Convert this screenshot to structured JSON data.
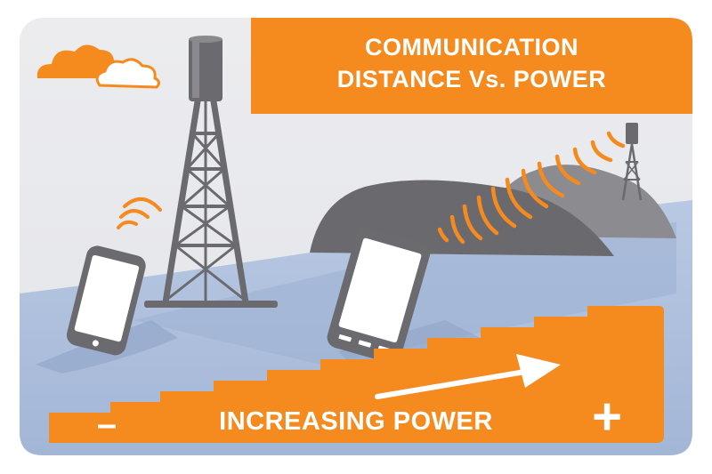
{
  "title": {
    "line1": "COMMUNICATION",
    "line2": "DISTANCE Vs. POWER"
  },
  "power_label": "INCREASING POWER",
  "min_sign": "–",
  "max_sign": "+",
  "icons": {
    "cloud": "cloud-icon",
    "tower_near": "cell-tower-icon",
    "tower_far": "cell-tower-icon",
    "phone_near": "smartphone-icon",
    "phone_far": "smartphone-icon",
    "signal": "signal-waves-icon",
    "arrow": "arrow-up-right-icon"
  },
  "colors": {
    "accent": "#f58a1f",
    "sky": "#e7e8ec",
    "ground": "#aebfdc",
    "tower": "#6b6b6f",
    "hill_near": "#6a6a6e",
    "hill_far": "#8b8b90",
    "white": "#ffffff"
  }
}
